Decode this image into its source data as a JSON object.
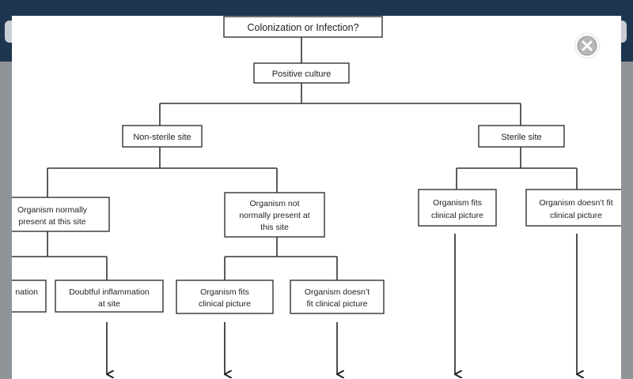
{
  "lightbox": {
    "close_icon": "close-icon",
    "flowchart": {
      "root": "Colonization or Infection?",
      "positive_culture": "Positive culture",
      "non_sterile_site": "Non-sterile site",
      "sterile_site": "Sterile site",
      "organism_normally_present": [
        "Organism  normally",
        "present at this site"
      ],
      "organism_not_normally_present": [
        "Organism not",
        "normally present at",
        "this site"
      ],
      "sterile_fits": [
        "Organism fits",
        "clinical picture"
      ],
      "sterile_doesnt_fit": [
        "Organism  doesn’t fit",
        "clinical picture"
      ],
      "partial_inflammation": "nation",
      "doubtful_inflammation": [
        "Doubtful inflammation",
        "at site"
      ],
      "nn_fits": [
        "Organism fits",
        "clinical picture"
      ],
      "nn_doesnt_fit": [
        "Organism  doesn’t",
        "fit clinical picture"
      ]
    }
  }
}
